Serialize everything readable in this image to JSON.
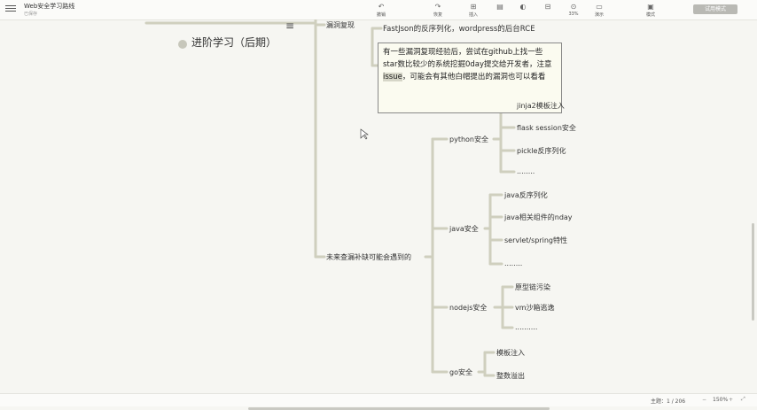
{
  "titlebar": {
    "doc_title": "Web安全学习路线",
    "doc_sub": "已保存",
    "tools": [
      {
        "icon": "undo-icon",
        "glyph": "↶",
        "label": "撤销"
      },
      {
        "icon": "redo-icon",
        "glyph": "↷",
        "label": "恢复"
      },
      {
        "icon": "insert-icon",
        "glyph": "⊞",
        "label": "插入"
      },
      {
        "icon": "style-icon",
        "glyph": "▤",
        "label": ""
      },
      {
        "icon": "theme-icon",
        "glyph": "◐",
        "label": ""
      },
      {
        "icon": "layout-icon",
        "glyph": "⊟",
        "label": ""
      },
      {
        "icon": "zoom-icon",
        "glyph": "⊙",
        "label": "33%"
      },
      {
        "icon": "present-icon",
        "glyph": "▭",
        "label": "演示"
      },
      {
        "icon": "mode-icon",
        "glyph": "▣",
        "label": "模式"
      }
    ],
    "mode_button": "试用模式"
  },
  "mindmap": {
    "top_topic": "进阶学习（后期）",
    "branch_repro": "漏洞复现",
    "repro_text": "FastJson的反序列化，wordpress的后台RCE",
    "note": {
      "part1": "有一些漏洞复现经验后，尝试在github上找一些star数比较少的系统挖掘0day提交给开发者，注意",
      "highlight": "issue",
      "part2": "，可能会有其他白帽提出的漏洞也可以看看"
    },
    "branch_future": "未来查漏补缺可能会遇到的",
    "python": {
      "label": "python安全",
      "items": [
        "jinja2模板注入",
        "flask session安全",
        "pickle反序列化",
        "........"
      ]
    },
    "java": {
      "label": "java安全",
      "items": [
        "java反序列化",
        "java相关组件的nday",
        "servlet/spring特性",
        "........"
      ]
    },
    "nodejs": {
      "label": "nodejs安全",
      "items": [
        "原型链污染",
        "vm沙箱逃逸",
        ".........."
      ]
    },
    "go": {
      "label": "go安全",
      "items": [
        "模板注入",
        "整数溢出"
      ]
    }
  },
  "status": {
    "topics": "主题：1 / 206",
    "zoom": "150%"
  }
}
